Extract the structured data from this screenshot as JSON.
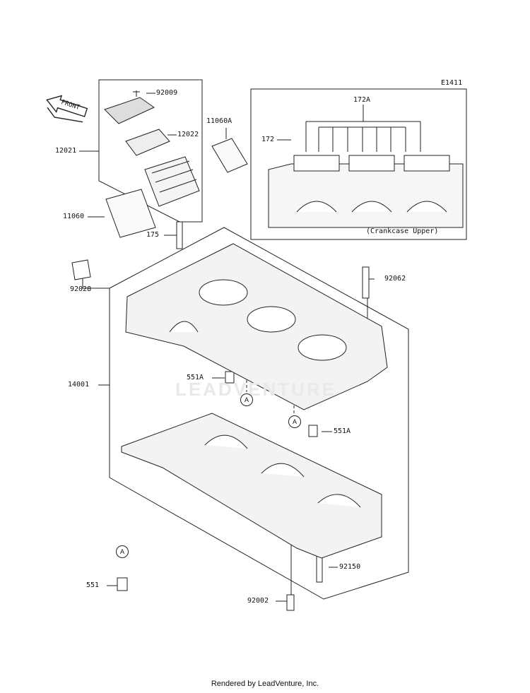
{
  "diagram_code": "E1411",
  "front_arrow_label": "FRONT",
  "inset_caption": "(Crankcase Upper)",
  "watermark": "LEADVENTURE",
  "footer": "Rendered by LeadVenture, Inc.",
  "callout_letter": "A",
  "parts": {
    "p92009": "92009",
    "p12022": "12022",
    "p12021": "12021",
    "p11060A": "11060A",
    "p11060": "11060",
    "p175": "175",
    "p172A": "172A",
    "p172": "172",
    "p92028": "92028",
    "p92062": "92062",
    "p14001": "14001",
    "p551A_left": "551A",
    "p551A_right": "551A",
    "p92150": "92150",
    "p551": "551",
    "p92002": "92002"
  }
}
